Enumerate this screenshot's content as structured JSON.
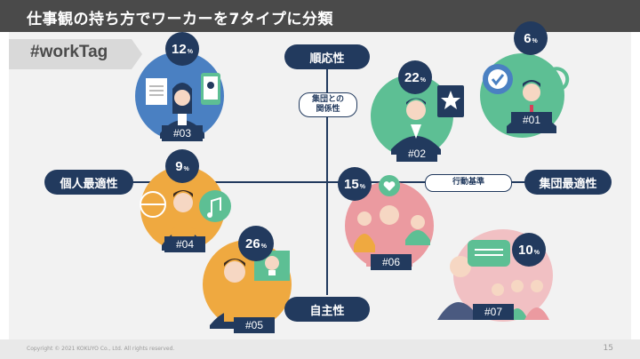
{
  "title": "仕事観の持ち方でワーカーを7タイプに分類",
  "tag": "#workTag",
  "axes": {
    "top": "順応性",
    "bottom": "自主性",
    "left": "個人最適性",
    "right": "集団最適性",
    "vertical_axis_name": "集団との\n関係性",
    "horizontal_axis_name": "行動基準"
  },
  "types": [
    {
      "code": "#01",
      "value": "6",
      "unit": "%",
      "color": "#5dbf94"
    },
    {
      "code": "#02",
      "value": "22",
      "unit": "%",
      "color": "#5dbf94"
    },
    {
      "code": "#03",
      "value": "12",
      "unit": "%",
      "color": "#4a80c2"
    },
    {
      "code": "#04",
      "value": "9",
      "unit": "%",
      "color": "#efa940"
    },
    {
      "code": "#05",
      "value": "26",
      "unit": "%",
      "color": "#efa940"
    },
    {
      "code": "#06",
      "value": "15",
      "unit": "%",
      "color": "#eb9aa0"
    },
    {
      "code": "#07",
      "value": "10",
      "unit": "%",
      "color": "#eb9aa0"
    }
  ],
  "footer": {
    "copyright": "Copyright © 2021 KOKUYO Co., Ltd. All rights reserved.",
    "page": "15"
  }
}
